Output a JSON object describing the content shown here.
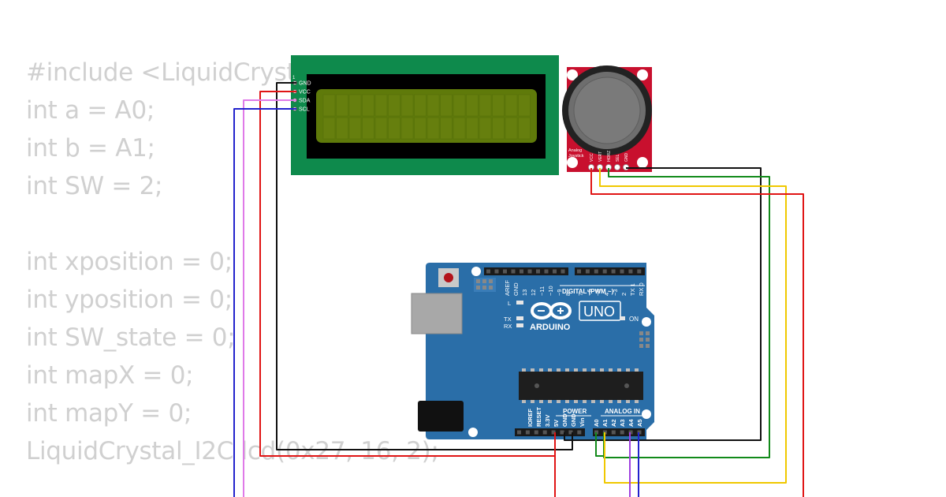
{
  "code_lines": [
    "#include <LiquidCrystal_I2C.h>",
    "int a = A0;",
    "int b = A1;",
    "int SW = 2;",
    "",
    "int xposition = 0;",
    "int yposition = 0;",
    "int SW_state = 0;",
    "int mapX = 0;",
    "int mapY = 0;",
    "LiquidCrystal_I2C lcd(0x27, 16, 2);"
  ],
  "lcd": {
    "pin_labels": [
      "GND",
      "VCC",
      "SDA",
      "SCL"
    ],
    "pin_number": "1",
    "rows": 2,
    "columns": 16
  },
  "joystick": {
    "label_line1": "Analog",
    "label_line2": "Joystick",
    "pin_labels": [
      "VCC",
      "VERT",
      "HORZ",
      "SEL",
      "GND"
    ]
  },
  "arduino": {
    "brand": "ARDUINO",
    "model": "UNO",
    "digital_label": "DIGITAL (PWM ~)",
    "power_label": "POWER",
    "analog_label": "ANALOG IN",
    "on_label": "ON",
    "l_label": "L",
    "tx_label": "TX",
    "rx_label": "RX",
    "top_header_labels": [
      "AREF",
      "GND",
      "13",
      "12",
      "~11",
      "~10",
      "~9",
      "8",
      "7",
      "~6",
      "~5",
      "4",
      "~3",
      "2",
      "TX 1",
      "RX 0"
    ],
    "power_pin_labels": [
      "IOREF",
      "RESET",
      "3.3V",
      "5V",
      "GND",
      "GND",
      "Vin"
    ],
    "analog_pin_labels": [
      "A0",
      "A1",
      "A2",
      "A3",
      "A4",
      "A5"
    ]
  },
  "colors": {
    "code_text": "#d0d0d0",
    "board_blue": "#2a6ea8",
    "lcd_pcb": "#0e8a4c",
    "lcd_screen": "#5f7a0a",
    "joystick_pcb": "#c8102e",
    "wire_black": "#111111",
    "wire_red": "#e01515",
    "wire_pink": "#e07ae8",
    "wire_blue": "#2222cc",
    "wire_green": "#128a1a",
    "wire_yellow": "#f0c800",
    "wire_purple": "#a040e0"
  }
}
